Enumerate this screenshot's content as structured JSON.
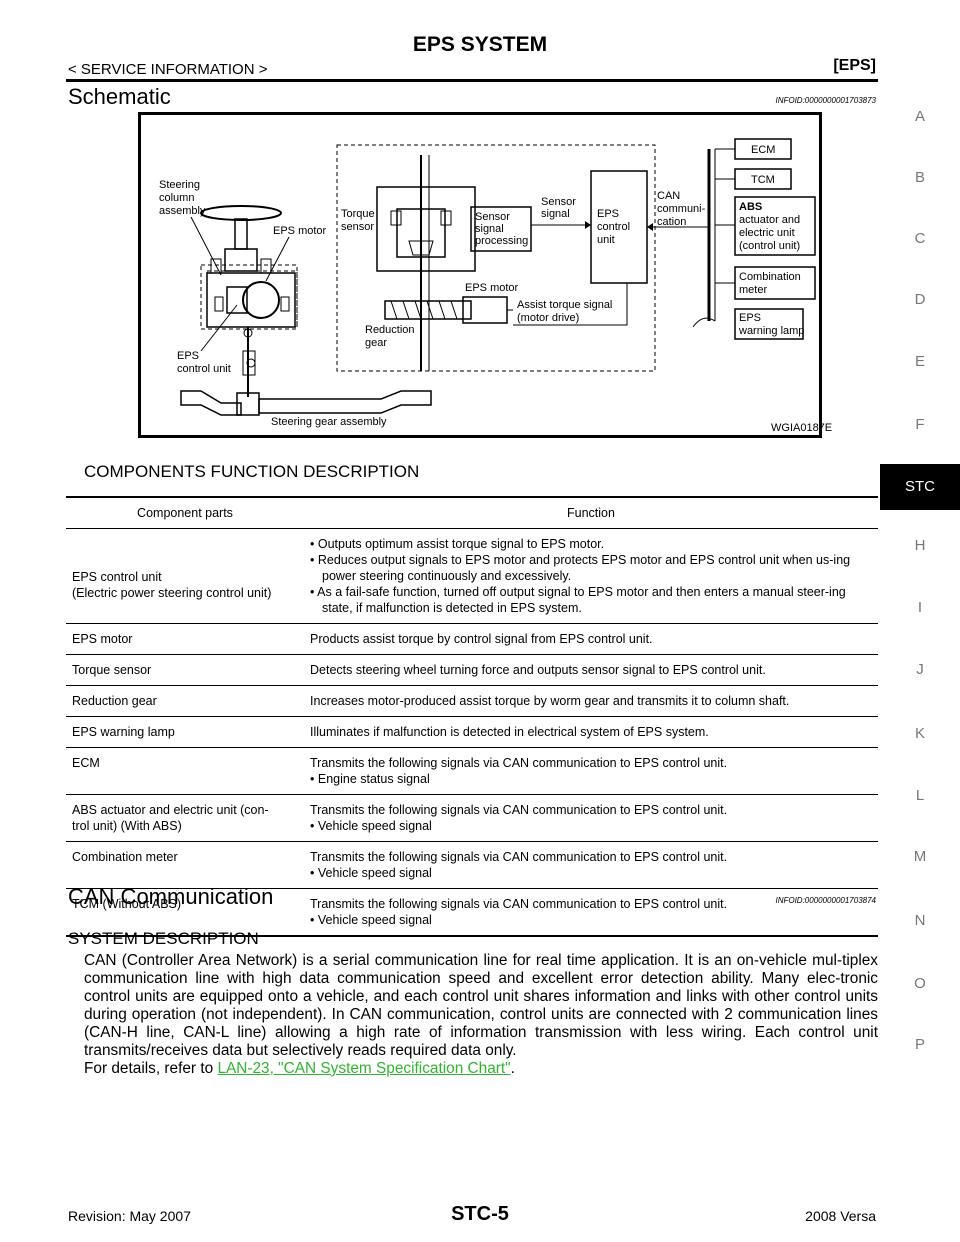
{
  "header": {
    "title": "EPS SYSTEM",
    "section": "< SERVICE INFORMATION >",
    "code": "[EPS]"
  },
  "schematic": {
    "title": "Schematic",
    "infoid": "INFOID:0000000001703873",
    "labels": {
      "steering_column": [
        "Steering",
        "column",
        "assembly"
      ],
      "eps_motor_left": "EPS motor",
      "eps_control_unit_left": [
        "EPS",
        "control unit"
      ],
      "steering_gear": "Steering gear assembly",
      "torque_sensor": [
        "Torque",
        "sensor"
      ],
      "sensor_processing": [
        "Sensor",
        "signal",
        "processing"
      ],
      "sensor_signal": [
        "Sensor",
        "signal"
      ],
      "eps_control_unit_box": [
        "EPS",
        "control",
        "unit"
      ],
      "can_comm": [
        "CAN",
        "communi-",
        "cation"
      ],
      "eps_motor_mid": "EPS motor",
      "assist_torque": [
        "Assist torque signal",
        "(motor drive)"
      ],
      "reduction_gear": [
        "Reduction",
        "gear"
      ],
      "ecm": "ECM",
      "tcm": "TCM",
      "abs": [
        "ABS",
        "actuator and",
        "electric unit",
        "(control unit)"
      ],
      "combination_meter": [
        "Combination",
        "meter"
      ],
      "eps_warning": [
        "EPS",
        "warning lamp"
      ],
      "figure_code": "WGIA0187E"
    }
  },
  "components": {
    "title": "COMPONENTS FUNCTION DESCRIPTION",
    "col_part": "Component parts",
    "col_function": "Function",
    "rows": [
      {
        "part": [
          "EPS control unit",
          "(Electric power steering control unit)"
        ],
        "function": [],
        "bullets": [
          "Outputs optimum assist torque signal to EPS motor.",
          "Reduces output signals to EPS motor and protects EPS motor and EPS control unit when us-ing power steering continuously and excessively.",
          "As a fail-safe function, turned off output signal to EPS motor and then enters a manual steer-ing state, if malfunction is detected in EPS system."
        ]
      },
      {
        "part": [
          "EPS motor"
        ],
        "function": [
          "Products assist torque by control signal from EPS control unit."
        ],
        "bullets": []
      },
      {
        "part": [
          "Torque sensor"
        ],
        "function": [
          "Detects steering wheel turning force and outputs sensor signal to EPS control unit."
        ],
        "bullets": []
      },
      {
        "part": [
          "Reduction gear"
        ],
        "function": [
          "Increases motor-produced assist torque by worm gear and transmits it to column shaft."
        ],
        "bullets": []
      },
      {
        "part": [
          "EPS warning lamp"
        ],
        "function": [
          "Illuminates if malfunction is detected in electrical system of EPS system."
        ],
        "bullets": []
      },
      {
        "part": [
          "ECM"
        ],
        "function": [
          "Transmits the following signals via CAN communication to EPS control unit."
        ],
        "bullets": [
          "Engine status signal"
        ]
      },
      {
        "part": [
          "ABS actuator and electric unit (con-",
          "trol unit) (With ABS)"
        ],
        "function": [
          "Transmits the following signals via CAN communication to EPS control unit."
        ],
        "bullets": [
          "Vehicle speed signal"
        ]
      },
      {
        "part": [
          "Combination meter"
        ],
        "function": [
          "Transmits the following signals via CAN communication to EPS control unit."
        ],
        "bullets": [
          "Vehicle speed signal"
        ]
      },
      {
        "part": [
          "TCM (Without ABS)"
        ],
        "function": [
          "Transmits the following signals via CAN communication to EPS control unit."
        ],
        "bullets": [
          "Vehicle speed signal"
        ]
      }
    ]
  },
  "can": {
    "title": "CAN Communication",
    "infoid": "INFOID:0000000001703874",
    "subtitle": "SYSTEM DESCRIPTION",
    "paragraph": "CAN (Controller Area Network) is a serial communication line for real time application. It is an on-vehicle mul-tiplex communication line with high data communication speed and excellent error detection ability. Many elec-tronic control units are equipped onto a vehicle, and each control unit shares information and links with other control units during operation (not independent). In CAN communication, control units are connected with 2 communication lines (CAN-H line, CAN-L line) allowing a high rate of information transmission with less wiring. Each control unit transmits/receives data but selectively reads required data only.",
    "refer_prefix": "For details, refer to ",
    "refer_link": "LAN-23, \"CAN System Specification Chart\"",
    "refer_suffix": "."
  },
  "side_tabs": [
    "A",
    "B",
    "C",
    "D",
    "E",
    "F",
    "STC",
    "H",
    "I",
    "J",
    "K",
    "L",
    "M",
    "N",
    "O",
    "P"
  ],
  "active_tab": "STC",
  "footer": {
    "revision": "Revision: May 2007",
    "page": "STC-5",
    "model": "2008 Versa"
  }
}
